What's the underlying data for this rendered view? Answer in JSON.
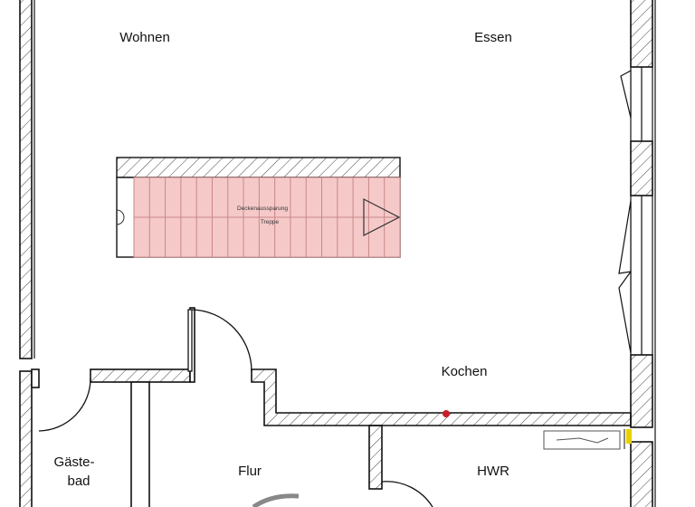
{
  "rooms": {
    "wohnen": "Wohnen",
    "essen": "Essen",
    "kochen": "Kochen",
    "gaeste_line1": "Gäste-",
    "gaeste_line2": "bad",
    "flur": "Flur",
    "hwr": "HWR"
  },
  "stair": {
    "label_line1": "Deckenaussparung",
    "label_line2": "Treppe",
    "fill_color": "#f6c9c9",
    "line_color": "#c88686"
  },
  "colors": {
    "wall_line": "#111111",
    "hatch": "#444444",
    "marker": "#c8202a",
    "accent_yellow": "#e8d000"
  }
}
